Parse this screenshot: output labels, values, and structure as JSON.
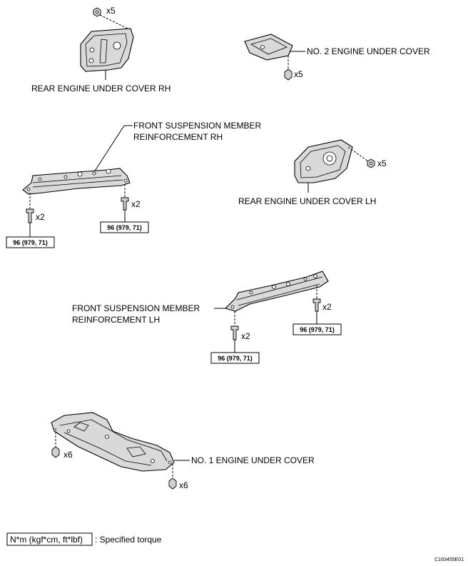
{
  "labels": {
    "rear_rh": "REAR ENGINE UNDER COVER RH",
    "no2": "NO. 2 ENGINE UNDER COVER",
    "front_rh_1": "FRONT SUSPENSION MEMBER",
    "front_rh_2": "REINFORCEMENT RH",
    "rear_lh": "REAR ENGINE UNDER COVER LH",
    "front_lh_1": "FRONT SUSPENSION MEMBER",
    "front_lh_2": "REINFORCEMENT LH",
    "no1": "NO. 1 ENGINE UNDER COVER"
  },
  "counts": {
    "rear_rh": "x5",
    "no2": "x5",
    "rh_left": "x2",
    "rh_right": "x2",
    "rear_lh": "x5",
    "lh_left": "x2",
    "lh_right": "x2",
    "no1_left": "x6",
    "no1_right": "x6"
  },
  "torque": {
    "rh_left": "96 (979, 71)",
    "rh_right": "96 (979, 71)",
    "lh_left": "96 (979, 71)",
    "lh_right": "96 (979, 71)"
  },
  "legend": {
    "units": "N*m (kgf*cm, ft*lbf)",
    "text": ": Specified torque"
  },
  "reference_code": "C163455E01"
}
